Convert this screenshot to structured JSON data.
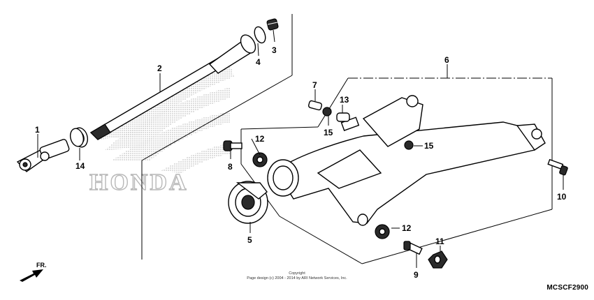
{
  "diagram": {
    "callouts": [
      {
        "id": "c1",
        "label": "1"
      },
      {
        "id": "c2",
        "label": "2"
      },
      {
        "id": "c3",
        "label": "3"
      },
      {
        "id": "c4",
        "label": "4"
      },
      {
        "id": "c5",
        "label": "5"
      },
      {
        "id": "c6",
        "label": "6"
      },
      {
        "id": "c7",
        "label": "7"
      },
      {
        "id": "c8",
        "label": "8"
      },
      {
        "id": "c9",
        "label": "9"
      },
      {
        "id": "c10",
        "label": "10"
      },
      {
        "id": "c11",
        "label": "11"
      },
      {
        "id": "c12a",
        "label": "12"
      },
      {
        "id": "c12b",
        "label": "12"
      },
      {
        "id": "c13",
        "label": "13"
      },
      {
        "id": "c14",
        "label": "14"
      },
      {
        "id": "c15a",
        "label": "15"
      },
      {
        "id": "c15b",
        "label": "15"
      }
    ],
    "watermark": "HONDA",
    "direction_label": "FR.",
    "diagram_code": "MCSCF2900",
    "copyright_line1": "Copyright",
    "copyright_line2": "Page design (c) 2004 - 2014 by ARI Network Services, Inc."
  },
  "colors": {
    "ink": "#000000",
    "background": "#ffffff",
    "watermark": "#b8b8b8"
  }
}
